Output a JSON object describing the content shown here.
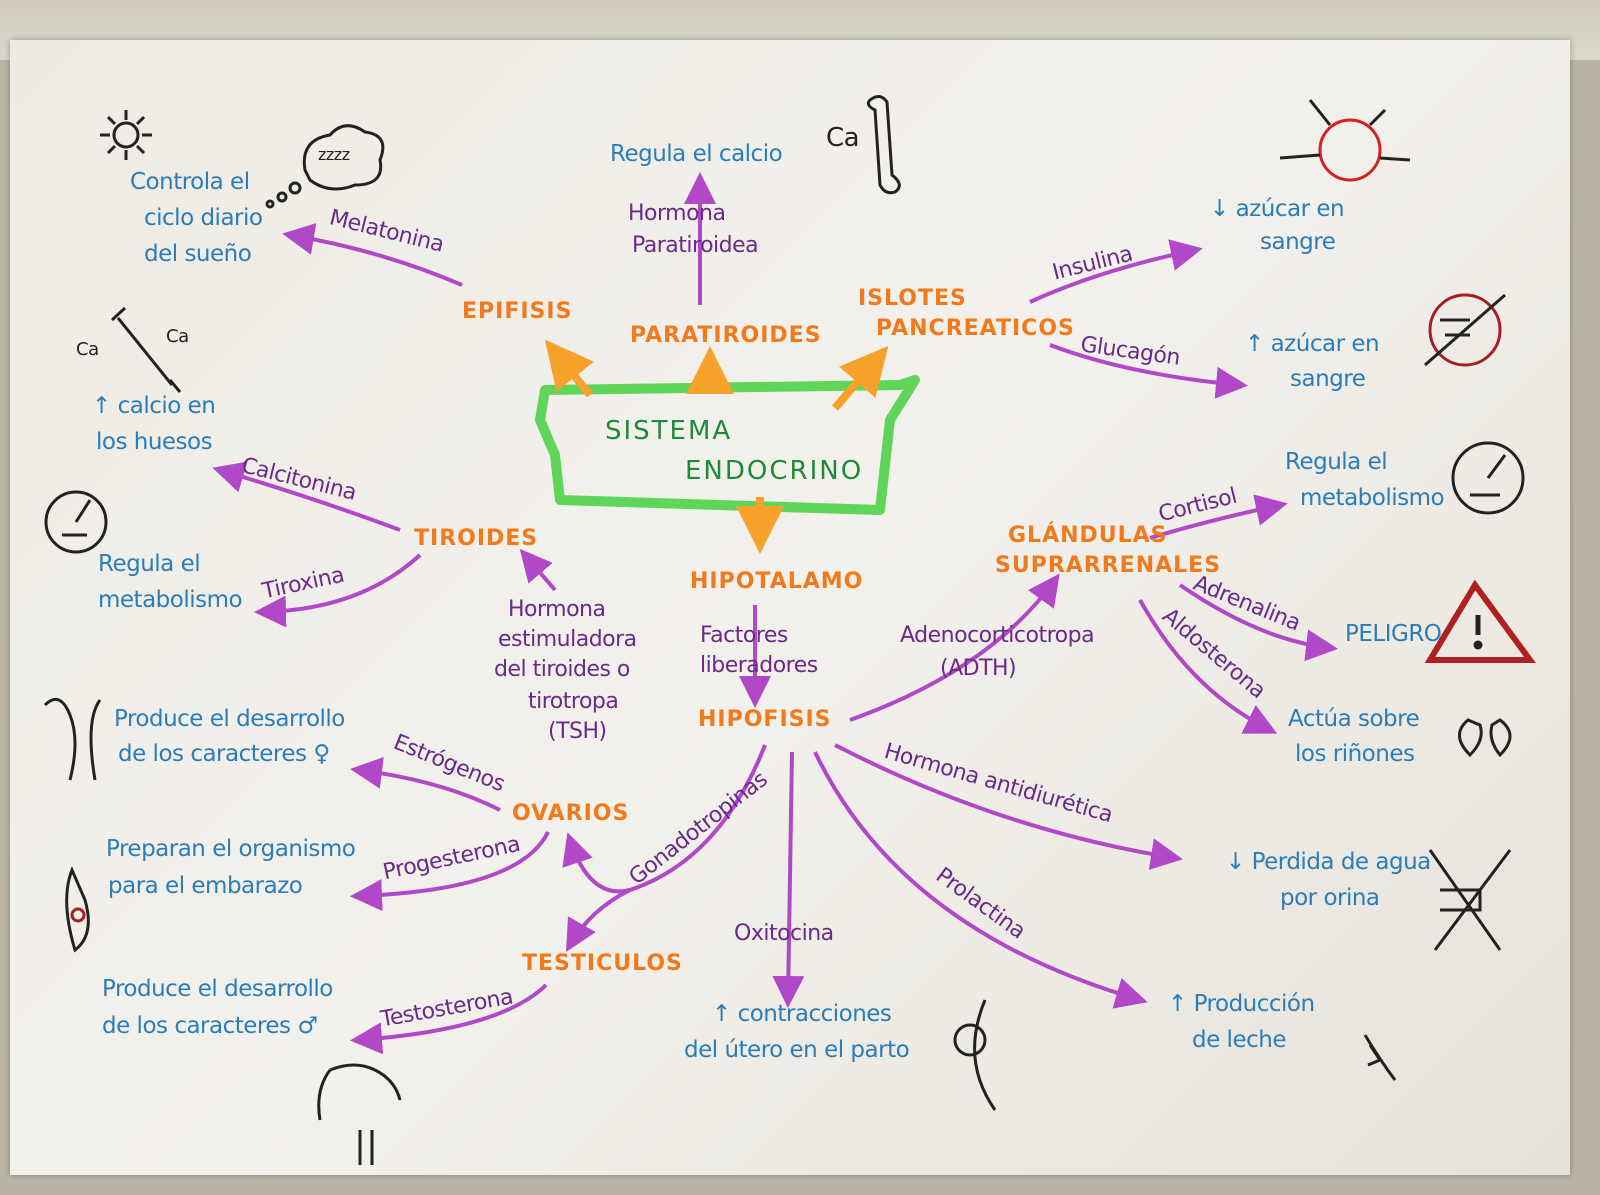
{
  "center": {
    "line1": "SISTEMA",
    "line2": "ENDOCRINO"
  },
  "glands": {
    "epifisis": "EPIFISIS",
    "paratiroides": "PARATIROIDES",
    "islotes_1": "ISLOTES",
    "islotes_2": "PANCREATICOS",
    "hipotalamo": "HIPOTALAMO",
    "hipofisis": "HIPOFISIS",
    "tiroides": "TIROIDES",
    "suprarrenales_1": "GLÁNDULAS",
    "suprarrenales_2": "SUPRARRENALES",
    "ovarios": "OVARIOS",
    "testiculos": "TESTICULOS"
  },
  "hormones": {
    "melatonina": "Melatonina",
    "paratiroidea_1": "Hormona",
    "paratiroidea_2": "Paratiroidea",
    "insulina": "Insulina",
    "glucagon": "Glucagón",
    "calcitonina": "Calcitonina",
    "tiroxina": "Tiroxina",
    "tsh_1": "Hormona",
    "tsh_2": "estimuladora",
    "tsh_3": "del tiroides o",
    "tsh_4": "tirotropa",
    "tsh_5": "(TSH)",
    "factores_1": "Factores",
    "factores_2": "liberadores",
    "cortisol": "Cortisol",
    "adth_1": "Adenocorticotropa",
    "adth_2": "(ADTH)",
    "adrenalina": "Adrenalina",
    "aldosterona": "Aldosterona",
    "antidiuretica": "Hormona antidiurética",
    "estrogenos": "Estrógenos",
    "progesterona": "Progesterona",
    "gonadotropinas": "Gonadotropinas",
    "oxitocina": "Oxitocina",
    "prolactina": "Prolactina",
    "testosterona": "Testosterona"
  },
  "effects": {
    "sueno_1": "Controla el",
    "sueno_2": "ciclo diario",
    "sueno_3": "del sueño",
    "calcio": "Regula el calcio",
    "azucar_baja_1": "↓ azúcar en",
    "azucar_baja_2": "sangre",
    "azucar_alta_1": "↑ azúcar en",
    "azucar_alta_2": "sangre",
    "huesos_1": "↑ calcio en",
    "huesos_2": "los huesos",
    "metab_izq_1": "Regula el",
    "metab_izq_2": "metabolismo",
    "metab_der_1": "Regula el",
    "metab_der_2": "metabolismo",
    "peligro": "PELIGRO",
    "rinones_1": "Actúa sobre",
    "rinones_2": "los riñones",
    "fem_1": "Produce el desarrollo",
    "fem_2": "de los caracteres ♀",
    "embarazo_1": "Preparan el organismo",
    "embarazo_2": "para el embarazo",
    "agua_1": "↓ Perdida de agua",
    "agua_2": "por orina",
    "masc_1": "Produce el desarrollo",
    "masc_2": "de los caracteres ♂",
    "utero_1": "↑ contracciones",
    "utero_2": "del útero en el parto",
    "leche_1": "↑ Producción",
    "leche_2": "de leche"
  },
  "icons": {
    "ca_label": "Ca",
    "zzz": "zzzz"
  },
  "colors": {
    "gland": "#f07a1c",
    "hormone": "#b048c8",
    "effect": "#2a7db8",
    "center": "#3cc43c"
  }
}
